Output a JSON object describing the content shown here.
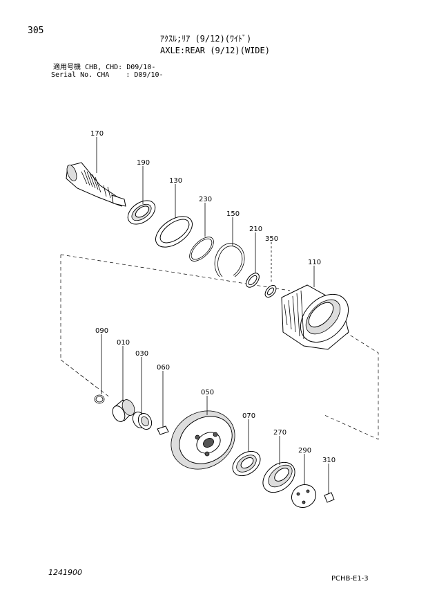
{
  "page_number": "305",
  "title_jp": "ｱｸｽﾙ;ﾘｱ (9/12)(ﾜｲﾄﾞ)",
  "title_en": "AXLE:REAR (9/12)(WIDE)",
  "serial_line1": "適用号機 CHB, CHD: D09/10-",
  "serial_line2": "Serial No. CHA    : D09/10-",
  "footer_left": "1241900",
  "footer_right": "PCHB-E1-3",
  "parts": [
    "170",
    "190",
    "130",
    "230",
    "150",
    "210",
    "350",
    "110",
    "090",
    "010",
    "030",
    "060",
    "050",
    "070",
    "270",
    "290",
    "310"
  ]
}
